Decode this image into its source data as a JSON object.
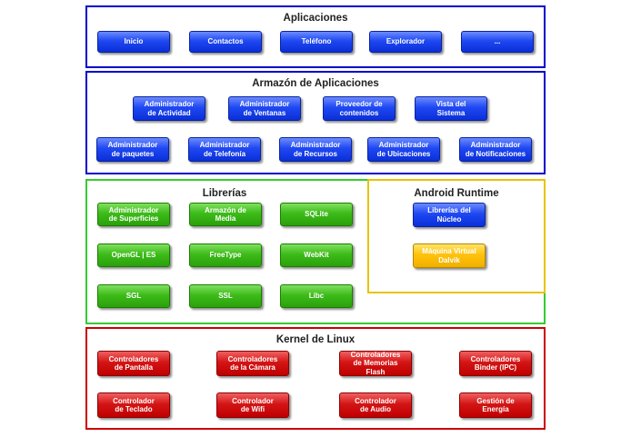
{
  "colors": {
    "blue": "#0000cc",
    "green": "#33cc33",
    "yellow": "#e8c300",
    "red": "#cc0000"
  },
  "layers": {
    "aplicaciones": {
      "title": "Aplicaciones",
      "items": [
        "Inicio",
        "Contactos",
        "Teléfono",
        "Explorador",
        "..."
      ]
    },
    "armazon": {
      "title": "Armazón de Aplicaciones",
      "row1": [
        "Administrador\nde Actividad",
        "Administrador\nde Ventanas",
        "Proveedor de\ncontenidos",
        "Vista del\nSistema"
      ],
      "row2": [
        "Administrador\nde paquetes",
        "Administrador\nde Telefonía",
        "Administrador\nde Recursos",
        "Administrador\nde Ubicaciones",
        "Administrador\nde Notificaciones"
      ]
    },
    "librerias": {
      "title": "Librerías",
      "items": [
        "Administrador\nde Superficies",
        "Armazón de\nMedia",
        "SQLite",
        "OpenGL | ES",
        "FreeType",
        "WebKit",
        "SGL",
        "SSL",
        "Libc"
      ]
    },
    "runtime": {
      "title": "Android Runtime",
      "items": [
        "Librerías del\nNúcleo",
        "Máquina Virtual\nDalvik"
      ]
    },
    "kernel": {
      "title": "Kernel de Linux",
      "row1": [
        "Controladores\nde Pantalla",
        "Controladores\nde la Cámara",
        "Controladores\nde Memorias Flash",
        "Controladores\nBinder (IPC)"
      ],
      "row2": [
        "Controlador\nde Teclado",
        "Controlador\nde Wifi",
        "Controlador\nde Audio",
        "Gestión de\nEnergía"
      ]
    }
  }
}
